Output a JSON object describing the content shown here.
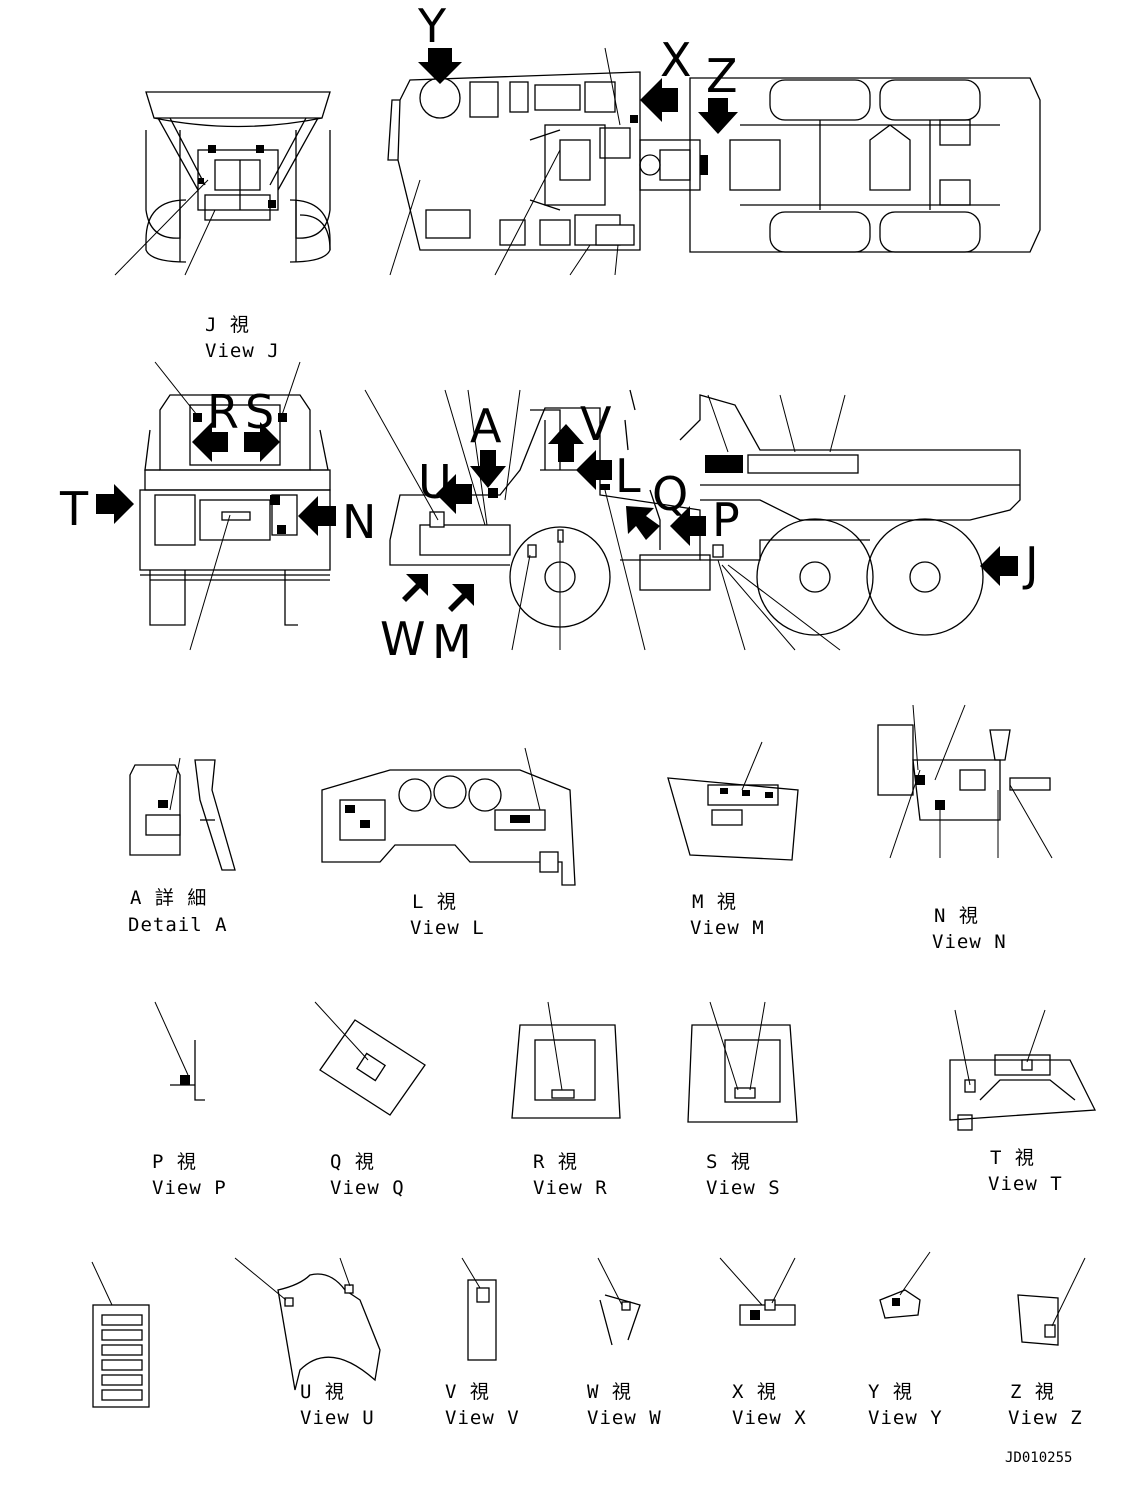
{
  "document_number": "JD010255",
  "view_letters": {
    "Y": "Y",
    "X": "X",
    "Z": "Z",
    "R": "R",
    "S": "S",
    "T": "T",
    "N": "N",
    "U": "U",
    "A": "A",
    "V": "V",
    "L": "L",
    "Q": "Q",
    "P": "P",
    "J": "J",
    "W": "W",
    "M": "M"
  },
  "captions": {
    "J": {
      "ja": "J 視",
      "en": "View J"
    },
    "A": {
      "ja": "A 詳 細",
      "en": "Detail A"
    },
    "L": {
      "ja": "L 視",
      "en": "View L"
    },
    "M": {
      "ja": "M 視",
      "en": "View M"
    },
    "N": {
      "ja": "N 視",
      "en": "View N"
    },
    "P": {
      "ja": "P 視",
      "en": "View P"
    },
    "Q": {
      "ja": "Q 視",
      "en": "View Q"
    },
    "R": {
      "ja": "R 視",
      "en": "View R"
    },
    "S": {
      "ja": "S 視",
      "en": "View S"
    },
    "T": {
      "ja": "T 視",
      "en": "View T"
    },
    "U": {
      "ja": "U 視",
      "en": "View U"
    },
    "V": {
      "ja": "V 視",
      "en": "View V"
    },
    "W": {
      "ja": "W 視",
      "en": "View W"
    },
    "X": {
      "ja": "X 視",
      "en": "View X"
    },
    "Y": {
      "ja": "Y 視",
      "en": "View Y"
    },
    "Z": {
      "ja": "Z 視",
      "en": "View Z"
    }
  }
}
